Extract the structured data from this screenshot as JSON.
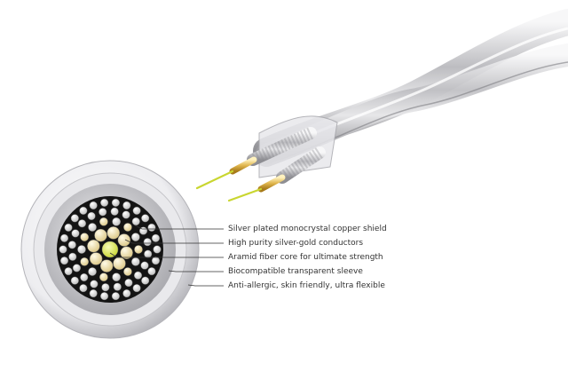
{
  "labels": [
    "Silver plated monocrystal copper shield",
    "High purity silver-gold conductors",
    "Aramid fiber core for ultimate strength",
    "Biocompatible transparent sleeve",
    "Anti-allergic, skin friendly, ultra flexible"
  ],
  "colors": {
    "leader_line": "#333333",
    "silver_strand": "#e9e9e9",
    "gold_conductor": "#f3e6b8",
    "aramid_core": "#e6ef7a",
    "inner_void": "#141414",
    "sleeve": "#cfcfd2",
    "jacket": "#f4f4f6",
    "fiber_tip": "#c9d630",
    "gold_connector": "#e0b64d"
  }
}
